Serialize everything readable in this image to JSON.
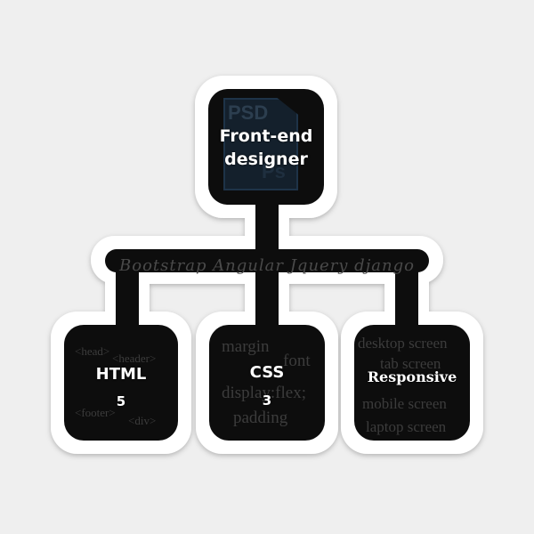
{
  "top_node": {
    "title_line1": "Front-end",
    "title_line2": "designer",
    "icon_text_psd": "PSD",
    "icon_text_ps": "Ps"
  },
  "tech_strip": "Bootstrap  Angular Jquery django",
  "nodes": [
    {
      "title": "HTML",
      "subtitle": "5",
      "bg_terms": [
        "<head>",
        "<header>",
        "<footer>",
        "<div>"
      ]
    },
    {
      "title": "CSS",
      "subtitle": "3",
      "bg_terms": [
        "margin",
        "font",
        "display:flex;",
        "padding"
      ]
    },
    {
      "title": "Responsive",
      "bg_terms": [
        "desktop screen",
        "tab screen",
        "mobile screen",
        "laptop screen"
      ]
    }
  ],
  "colors": {
    "node_fill": "#0d0d0d",
    "sticker_border": "#ffffff",
    "background": "#efefef",
    "title_text": "#ffffff",
    "bg_text": "#3c3c3c"
  }
}
